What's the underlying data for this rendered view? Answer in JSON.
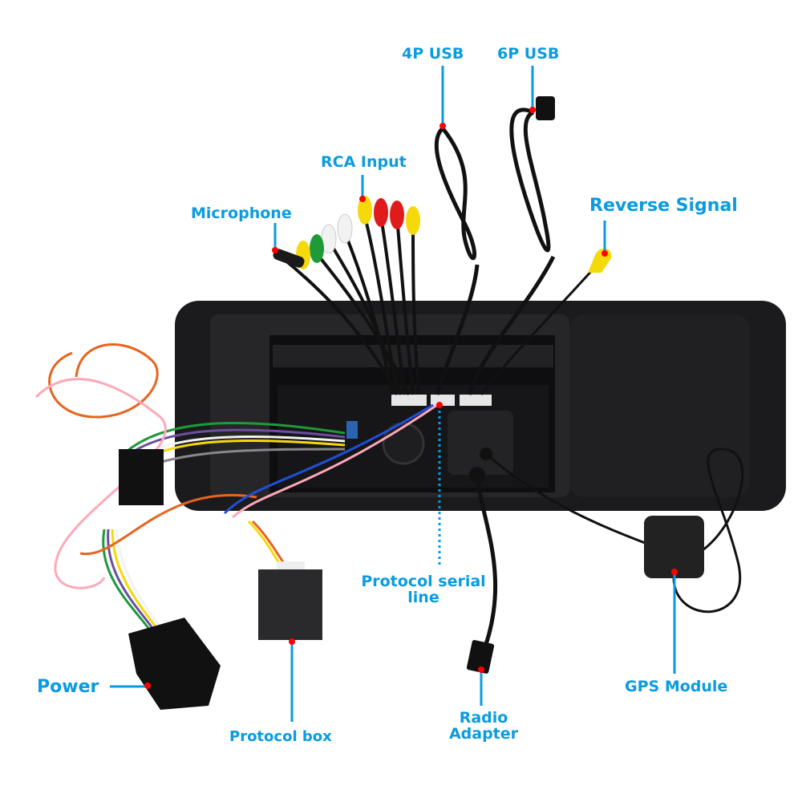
{
  "title": "Car head unit wiring accessories overview",
  "colors": {
    "label": "#0a9be0",
    "marker": "#ff0000",
    "leader": "#0a9be0",
    "unit_body": "#1b1b1d",
    "cable": "#111111"
  },
  "labels": {
    "usb_4p": "4P USB",
    "usb_6p": "6P USB",
    "rca_input": "RCA Input",
    "microphone": "Microphone",
    "reverse_signal": "Reverse Signal",
    "protocol_serial_line_1": "Protocol serial",
    "protocol_serial_line_2": "line",
    "power": "Power",
    "protocol_box": "Protocol box",
    "radio_adapter_1": "Radio",
    "radio_adapter_2": "Adapter",
    "gps_module": "GPS Module"
  },
  "components": [
    {
      "id": "usb_4p",
      "name": "4P USB",
      "type": "usb-cable"
    },
    {
      "id": "usb_6p",
      "name": "6P USB",
      "type": "usb-cable"
    },
    {
      "id": "rca_input",
      "name": "RCA Input",
      "type": "rca-connectors"
    },
    {
      "id": "microphone",
      "name": "Microphone",
      "type": "mic-jack"
    },
    {
      "id": "reverse_signal",
      "name": "Reverse Signal",
      "type": "rca-connector"
    },
    {
      "id": "protocol_serial_line",
      "name": "Protocol serial line",
      "type": "wire"
    },
    {
      "id": "power",
      "name": "Power",
      "type": "power-harness"
    },
    {
      "id": "protocol_box",
      "name": "Protocol box",
      "type": "canbus-box"
    },
    {
      "id": "radio_adapter",
      "name": "Radio Adapter",
      "type": "antenna-adapter"
    },
    {
      "id": "gps_module",
      "name": "GPS Module",
      "type": "gps-antenna"
    }
  ],
  "rca_plug_colors": [
    "#f5d90a",
    "#e01b1b",
    "#e01b1b",
    "#f5d90a",
    "#f2f2f2",
    "#f2f2f2",
    "#1e9a3a",
    "#f5d90a"
  ],
  "harness_wire_colors": [
    "#1e9a3a",
    "#6a4fa0",
    "#f2f2f2",
    "#f5d90a",
    "#e8641e",
    "#ff9ab0",
    "#1f4fd8",
    "#7a7a7a",
    "#111111",
    "#d21b1b"
  ]
}
